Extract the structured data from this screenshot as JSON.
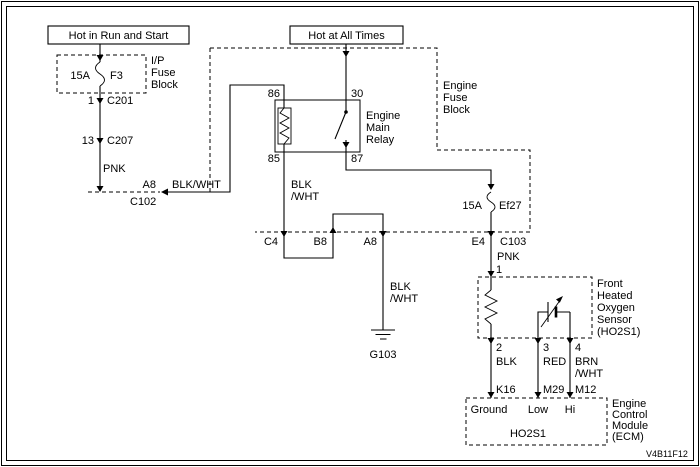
{
  "titles": {
    "hot_run": "Hot in Run and Start",
    "hot_all": "Hot at All Times"
  },
  "ip_fuse_block": {
    "rating": "15A",
    "fuse_id": "F3",
    "label": [
      "I/P",
      "Fuse",
      "Block"
    ]
  },
  "connectors": {
    "c201": {
      "pin": "1",
      "name": "C201"
    },
    "c207": {
      "pin": "13",
      "name": "C207"
    },
    "c102": {
      "cavity": "A8",
      "name": "C102"
    },
    "c103": {
      "cavity_c4": "C4",
      "cavity_b8": "B8",
      "cavity_a8": "A8",
      "cavity_e4": "E4",
      "name": "C103"
    }
  },
  "engine_fuse_block": {
    "label": [
      "Engine",
      "Fuse",
      "Block"
    ],
    "ef27_rating": "15A",
    "ef27_name": "Ef27"
  },
  "relay": {
    "label": [
      "Engine",
      "Main",
      "Relay"
    ],
    "pin_86": "86",
    "pin_30": "30",
    "pin_85": "85",
    "pin_87": "87"
  },
  "wires": {
    "pnk_ip": "PNK",
    "blkwht_c102": "BLK/WHT",
    "coil_gnd_l1": "BLK",
    "coil_gnd_l2": "/WHT",
    "gnd_l1": "BLK",
    "gnd_l2": "/WHT",
    "pnk_ho2s": "PNK",
    "blk_heater": "BLK",
    "red_low": "RED",
    "brnwht_l1": "BRN",
    "brnwht_l2": "/WHT"
  },
  "ground": {
    "name": "G103"
  },
  "ho2s": {
    "label": [
      "Front",
      "Heated",
      "Oxygen",
      "Sensor",
      "(HO2S1)"
    ],
    "pin_1": "1",
    "pin_2": "2",
    "pin_3": "3",
    "pin_4": "4"
  },
  "ecm": {
    "label": [
      "Engine",
      "Control",
      "Module",
      "(ECM)"
    ],
    "pin_k16": "K16",
    "pin_m29": "M29",
    "pin_m12": "M12",
    "term_ground": "Ground",
    "term_low": "Low",
    "term_hi": "Hi",
    "internal_label": "HO2S1"
  },
  "figure_id": "V4B11F12"
}
